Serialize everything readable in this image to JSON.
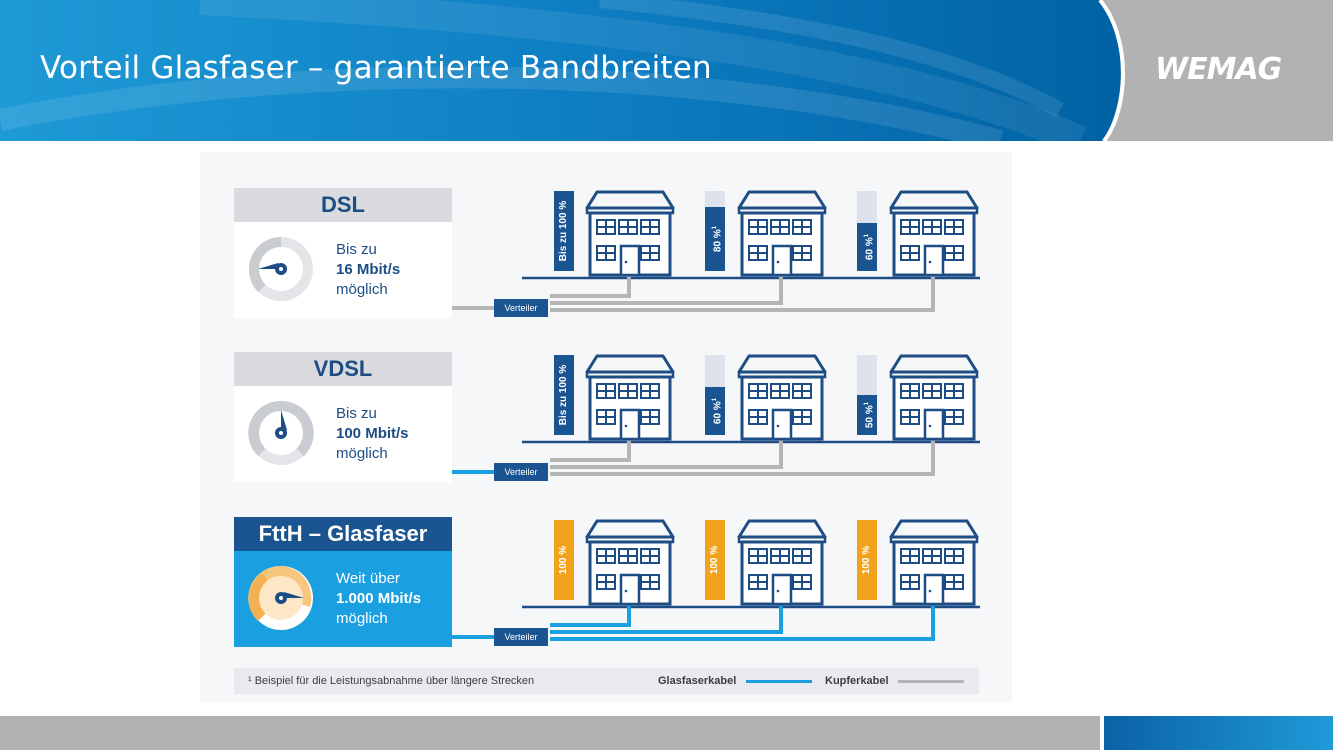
{
  "header": {
    "title": "Vorteil Glasfaser – garantierte Bandbreiten",
    "logo": "WEMAG",
    "colors": {
      "blue_light": "#1e9ad6",
      "blue_dark": "#0066a6",
      "gray": "#b2b2b2"
    }
  },
  "rows": [
    {
      "id": "dsl",
      "heading": "DSL",
      "speed_line1": "Bis zu",
      "speed_line2": "16 Mbit/s",
      "speed_line3": "möglich",
      "gauge_icon": "speedometer-icon",
      "distributor": "Verteiler",
      "connection": "copper",
      "bars": [
        {
          "label": "Bis zu 100 %",
          "fraction": 1.0,
          "color": "#1a5592",
          "footnote": ""
        },
        {
          "label": "80 %",
          "fraction": 0.8,
          "color": "#1a5592",
          "footnote": "1"
        },
        {
          "label": "60 %",
          "fraction": 0.6,
          "color": "#1a5592",
          "footnote": "1"
        }
      ]
    },
    {
      "id": "vdsl",
      "heading": "VDSL",
      "speed_line1": "Bis zu",
      "speed_line2": "100 Mbit/s",
      "speed_line3": "möglich",
      "gauge_icon": "speedometer-icon",
      "distributor": "Verteiler",
      "connection": "fiber-to-distributor",
      "bars": [
        {
          "label": "Bis zu 100 %",
          "fraction": 1.0,
          "color": "#1a5592",
          "footnote": ""
        },
        {
          "label": "60 %",
          "fraction": 0.6,
          "color": "#1a5592",
          "footnote": "1"
        },
        {
          "label": "50 %",
          "fraction": 0.5,
          "color": "#1a5592",
          "footnote": "1"
        }
      ]
    },
    {
      "id": "ftth",
      "heading": "FttH – Glasfaser",
      "speed_line1": "Weit über",
      "speed_line2": "1.000 Mbit/s",
      "speed_line3": "möglich",
      "gauge_icon": "speedometer-icon",
      "distributor": "Verteiler",
      "connection": "fiber",
      "bars": [
        {
          "label": "100 %",
          "fraction": 1.0,
          "color": "#f2a31b",
          "footnote": ""
        },
        {
          "label": "100 %",
          "fraction": 1.0,
          "color": "#f2a31b",
          "footnote": ""
        },
        {
          "label": "100 %",
          "fraction": 1.0,
          "color": "#f2a31b",
          "footnote": ""
        }
      ]
    }
  ],
  "legend": {
    "footnote": "¹ Beispiel für die Leistungsabnahme über längere Strecken",
    "fiber_label": "Glasfaserkabel",
    "copper_label": "Kupferkabel",
    "fiber_color": "#1aa0e0",
    "copper_color": "#b5b5b5"
  }
}
